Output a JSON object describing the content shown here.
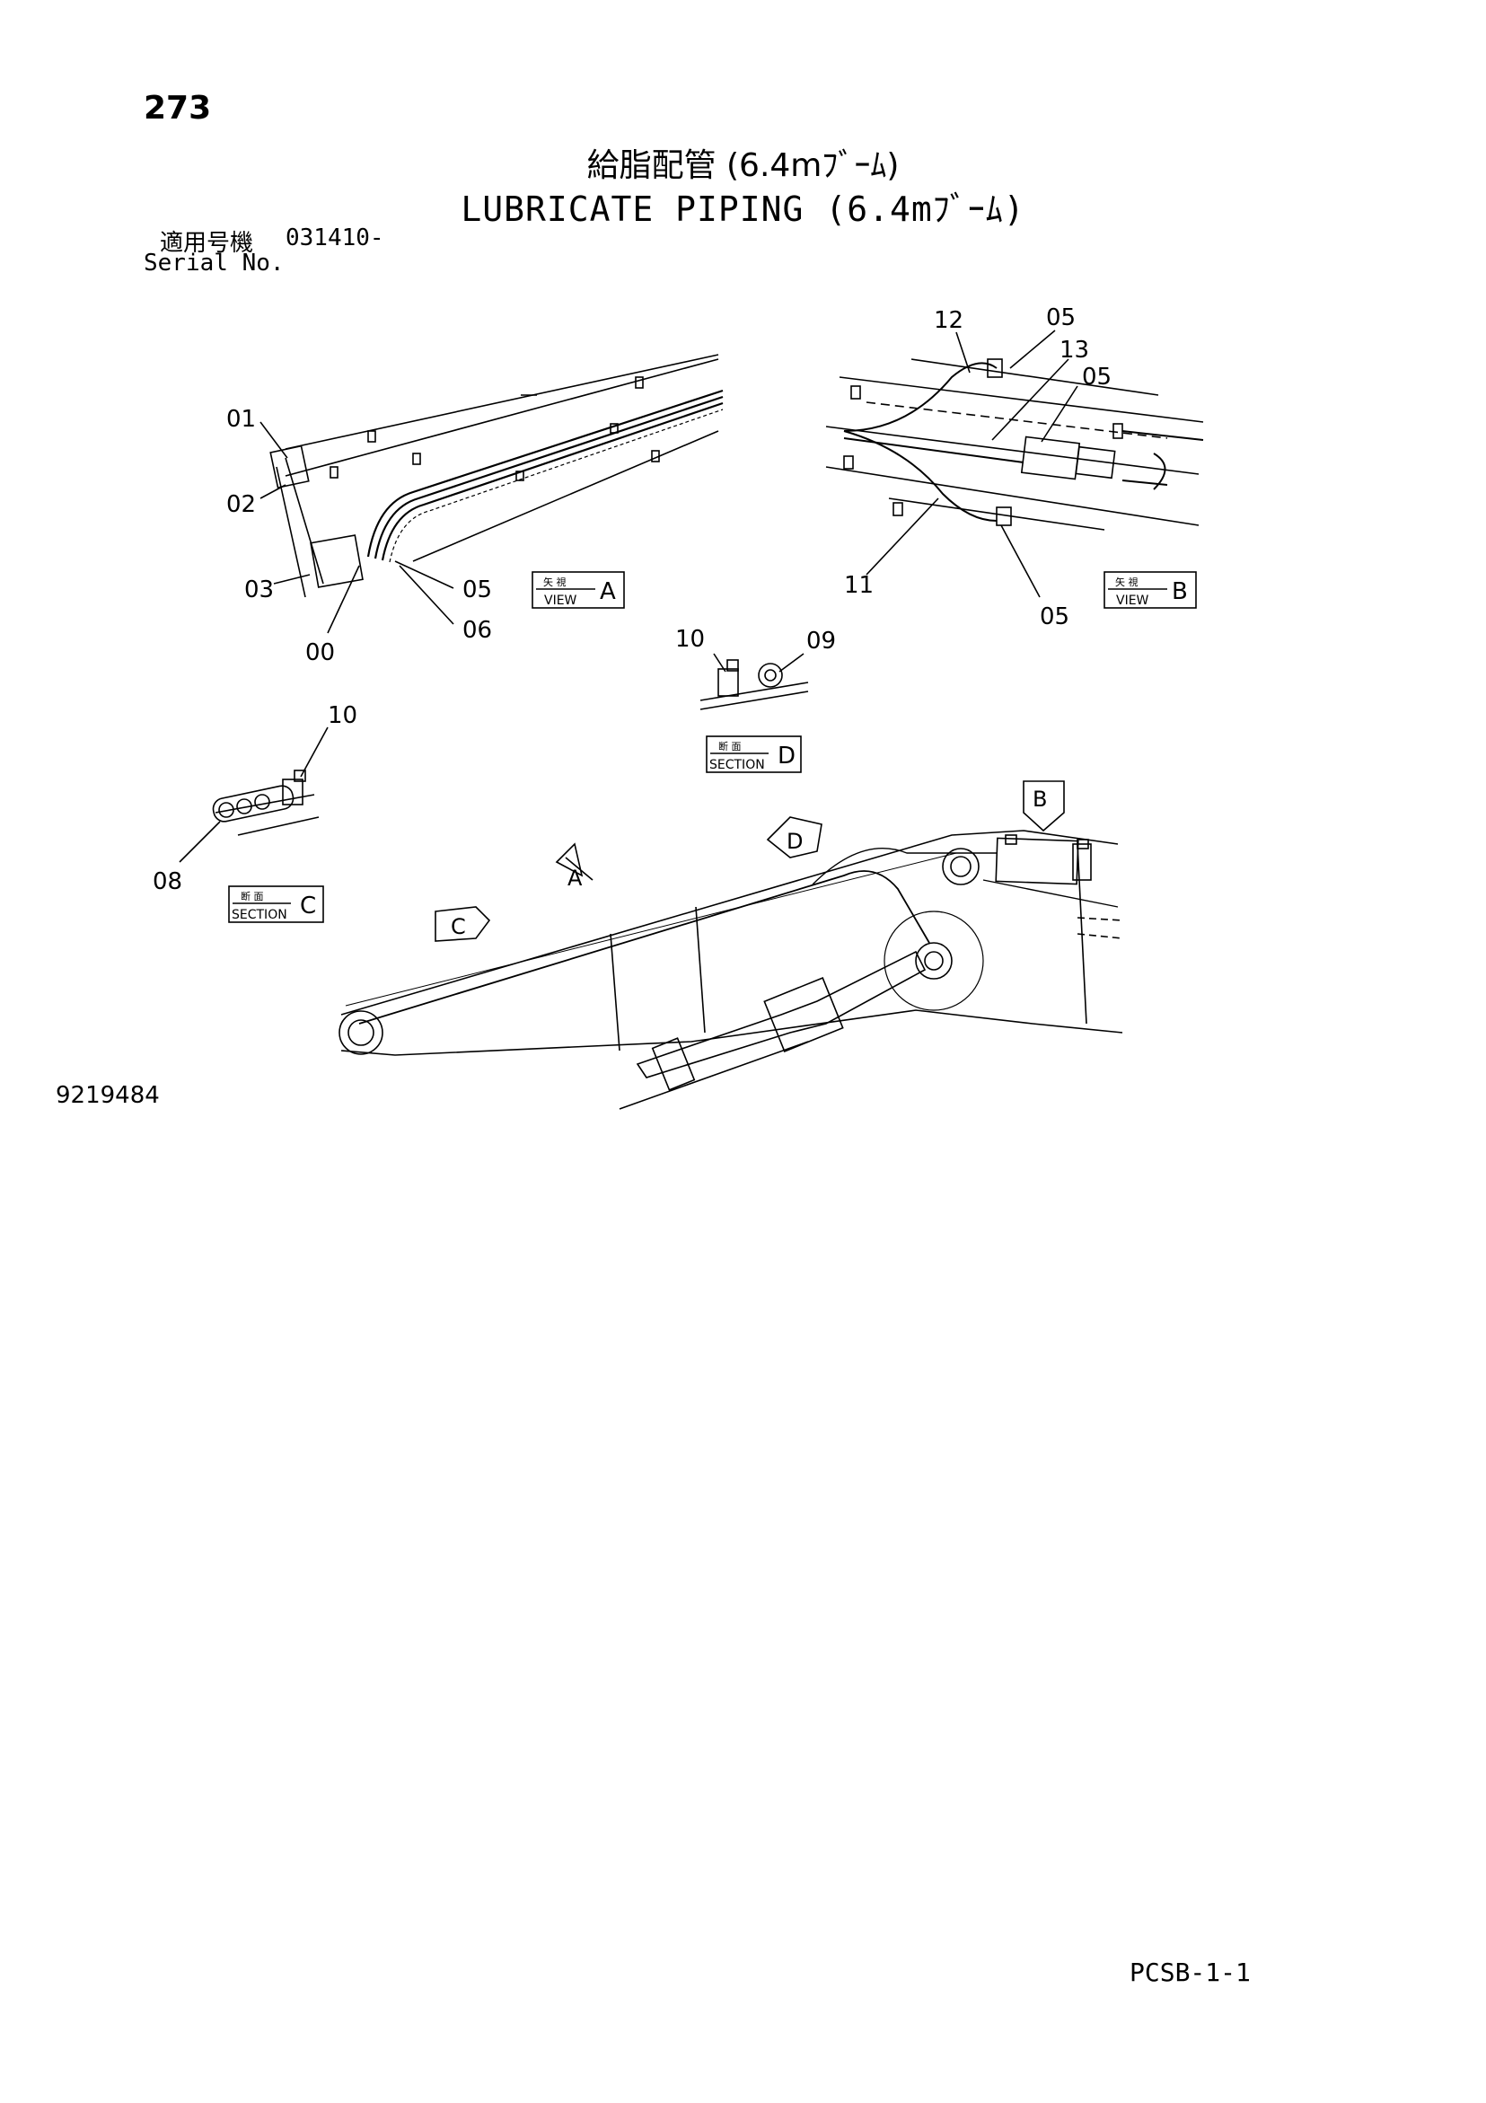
{
  "header": {
    "page_number": "273",
    "title_jp": "給脂配管 (6.4mﾌﾞｰﾑ)",
    "title_en": "LUBRICATE PIPING (6.4mﾌﾞｰﾑ)",
    "serial_label_jp": "適用号機",
    "serial_value": "031410-",
    "serial_label_en": "Serial No."
  },
  "view_a": {
    "callouts": [
      "01",
      "02",
      "03",
      "00",
      "05",
      "06"
    ],
    "tag_small": "矢 視",
    "tag_word": "VIEW",
    "tag_letter": "A"
  },
  "view_b": {
    "callouts": [
      "12",
      "05",
      "13",
      "05",
      "11",
      "05"
    ],
    "tag_small": "矢 視",
    "tag_word": "VIEW",
    "tag_letter": "B"
  },
  "section_d": {
    "callouts": [
      "10",
      "09"
    ],
    "tag_small": "断 面",
    "tag_word": "SECTION",
    "tag_letter": "D"
  },
  "section_c": {
    "callouts": [
      "10",
      "08"
    ],
    "tag_small": "断 面",
    "tag_word": "SECTION",
    "tag_letter": "C"
  },
  "boom_arrows": [
    "A",
    "B",
    "C",
    "D"
  ],
  "footer": {
    "drawing_number": "9219484",
    "page_code": "PCSB-1-1"
  }
}
